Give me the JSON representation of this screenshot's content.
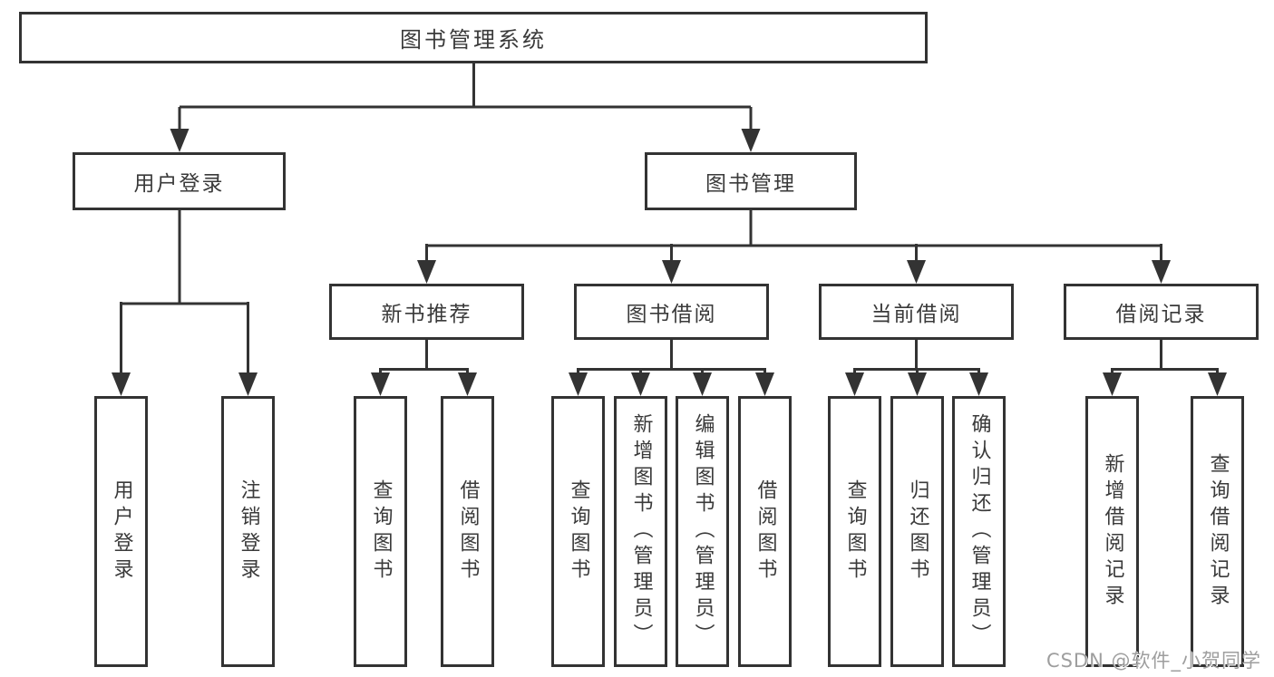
{
  "diagram": {
    "root": {
      "label": "图书管理系统"
    },
    "branches": [
      {
        "label": "用户登录",
        "children": [
          {
            "label": "用户登录"
          },
          {
            "label": "注销登录"
          }
        ]
      },
      {
        "label": "图书管理",
        "children": [
          {
            "label": "新书推荐",
            "children": [
              {
                "label": "查询图书"
              },
              {
                "label": "借阅图书"
              }
            ]
          },
          {
            "label": "图书借阅",
            "children": [
              {
                "label": "查询图书"
              },
              {
                "label": "新增图书（管理员）"
              },
              {
                "label": "编辑图书（管理员）"
              },
              {
                "label": "借阅图书"
              }
            ]
          },
          {
            "label": "当前借阅",
            "children": [
              {
                "label": "查询图书"
              },
              {
                "label": "归还图书"
              },
              {
                "label": "确认归还（管理员）"
              }
            ]
          },
          {
            "label": "借阅记录",
            "children": [
              {
                "label": "新增借阅记录"
              },
              {
                "label": "查询借阅记录"
              }
            ]
          }
        ]
      }
    ]
  },
  "watermark": {
    "text": "CSDN @软件_小贺同学"
  },
  "colors": {
    "line": "#333333",
    "text": "#3a3a3a",
    "watermark": "#9e9e9e",
    "background": "#ffffff"
  }
}
